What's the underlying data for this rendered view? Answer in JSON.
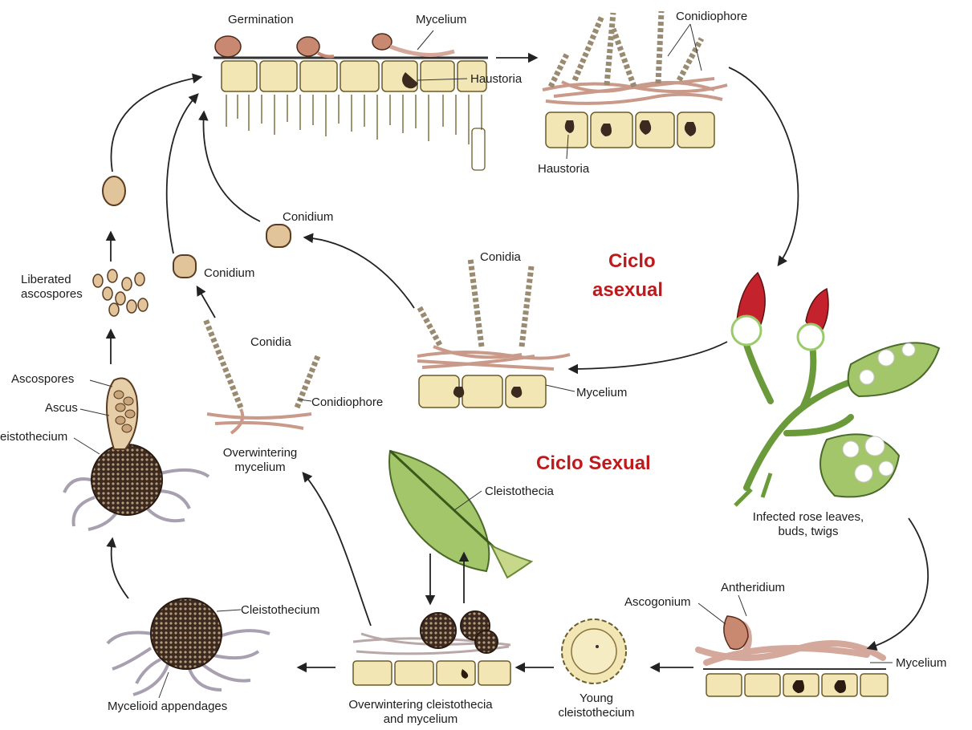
{
  "titles": {
    "asexual_line1": "Ciclo",
    "asexual_line2": "asexual",
    "sexual": "Ciclo Sexual"
  },
  "labels": {
    "germination": "Germination",
    "mycelium_top": "Mycelium",
    "haustoria_top": "Haustoria",
    "conidiophore_top": "Conidiophore",
    "haustoria_right": "Haustoria",
    "conidium_upper": "Conidium",
    "conidium_left": "Conidium",
    "conidia_center": "Conidia",
    "conidia_left": "Conidia",
    "conidiophore_left": "Conidiophore",
    "mycelium_mid": "Mycelium",
    "overwintering_mycelium_line1": "Overwintering",
    "overwintering_mycelium_line2": "mycelium",
    "liberated_line1": "Liberated",
    "liberated_line2": "ascospores",
    "ascospores": "Ascospores",
    "ascus": "Ascus",
    "cleistothecium_left": "eistothecium",
    "cleistothecia_leaf": "Cleistothecia",
    "infected_line1": "Infected rose leaves,",
    "infected_line2": "buds, twigs",
    "antheridium": "Antheridium",
    "ascogonium": "Ascogonium",
    "mycelium_bottom": "Mycelium",
    "young_line1": "Young",
    "young_line2": "cleistothecium",
    "overwintering_cleisto_line1": "Overwintering cleistothecia",
    "overwintering_cleisto_line2": "and mycelium",
    "cleistothecium_bottom": "Cleistothecium",
    "mycelioid_appendages": "Mycelioid appendages"
  },
  "colors": {
    "title_red": "#c0191c",
    "cell_fill": "#f2e7b4",
    "cell_stroke": "#6b5a2a",
    "hypha": "#c99a8a",
    "spore": "#e2c49a",
    "dark_body": "#3a2a20",
    "leaf_green": "#a4c66a",
    "bud_red": "#c4232e"
  }
}
